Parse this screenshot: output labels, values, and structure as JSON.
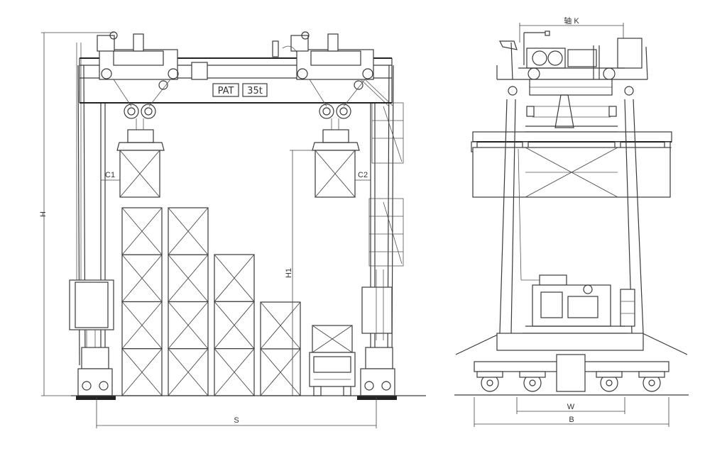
{
  "front_view": {
    "plate_left": "PAT",
    "plate_right": "35t",
    "dim_span": "S",
    "dim_height": "H",
    "dim_lift_height": "H1",
    "dim_clear_left": "C1",
    "dim_clear_right": "C2"
  },
  "side_view": {
    "dim_top": "轴 K",
    "dim_wheelbase": "W",
    "dim_base": "B"
  }
}
